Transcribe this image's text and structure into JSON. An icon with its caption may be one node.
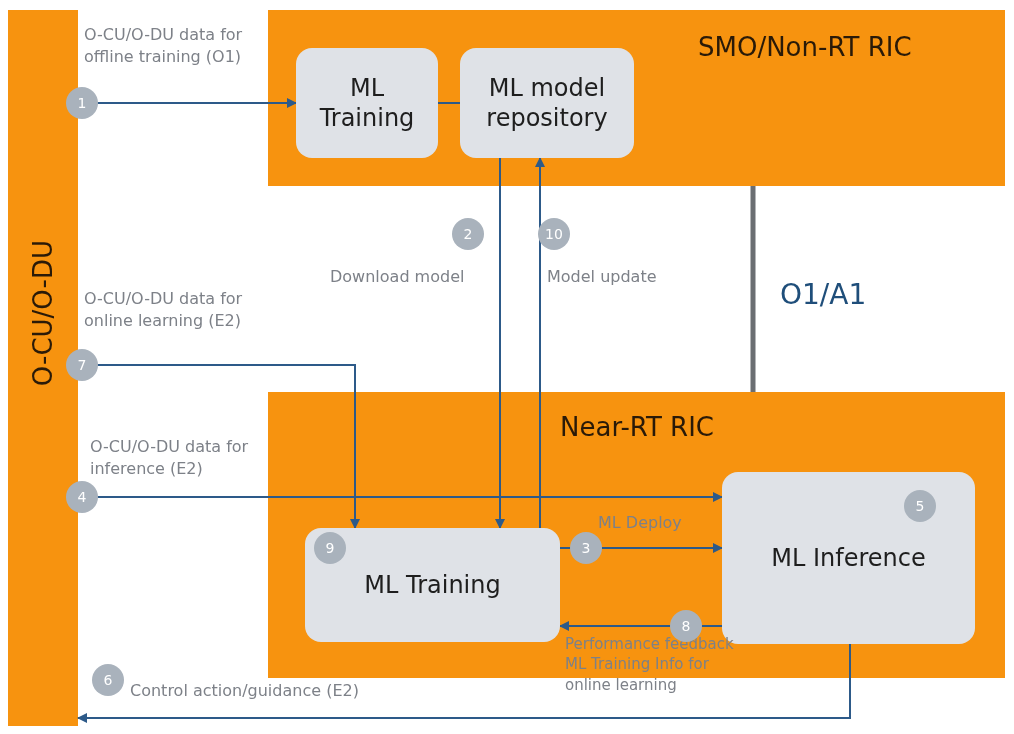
{
  "diagram": {
    "nodes": [
      {
        "text": [
          "O-CU/O-DU"
        ]
      },
      {
        "text": [
          "SMO/Non-RT RIC"
        ]
      },
      {
        "text": [
          "ML Training"
        ],
        "in": 1
      },
      {
        "text": [
          "ML model repository"
        ],
        "in": 1
      },
      {
        "text": [
          "Near-RT RIC"
        ]
      },
      {
        "text": [
          "ML Training"
        ],
        "in": 4
      },
      {
        "text": [
          "ML Inference"
        ],
        "in": 4
      }
    ],
    "edges": [
      {
        "from": 0,
        "to": 2,
        "arrow": "to",
        "label": "O-CU/O-DU data for offline training (O1)"
      },
      {
        "from": 2,
        "to": 3,
        "arrow": "none"
      },
      {
        "from": 3,
        "to": 5,
        "arrow": "to",
        "label": "Download model"
      },
      {
        "from": 5,
        "to": 3,
        "arrow": "to",
        "label": "Model update"
      },
      {
        "from": 1,
        "to": 4,
        "arrow": "none",
        "label": "O1/A1",
        "style": "thick",
        "color": "#6b6e72"
      },
      {
        "from": 0,
        "to": 5,
        "arrow": "to",
        "label": "O-CU/O-DU data for online learning (E2)"
      },
      {
        "from": 0,
        "to": 6,
        "arrow": "to",
        "label": "O-CU/O-DU data for inference (E2)"
      },
      {
        "from": 5,
        "to": 6,
        "arrow": "to",
        "label": "ML Deploy"
      },
      {
        "from": 6,
        "to": 5,
        "arrow": "to",
        "label": "Performance feedback ML Training Info for online learning"
      },
      {
        "from": 6,
        "to": 0,
        "arrow": "to",
        "label": "Control action/guidance (E2)"
      }
    ],
    "labels": [
      "1",
      "2",
      "10",
      "7",
      "4",
      "9",
      "3",
      "5",
      "8",
      "6"
    ]
  }
}
